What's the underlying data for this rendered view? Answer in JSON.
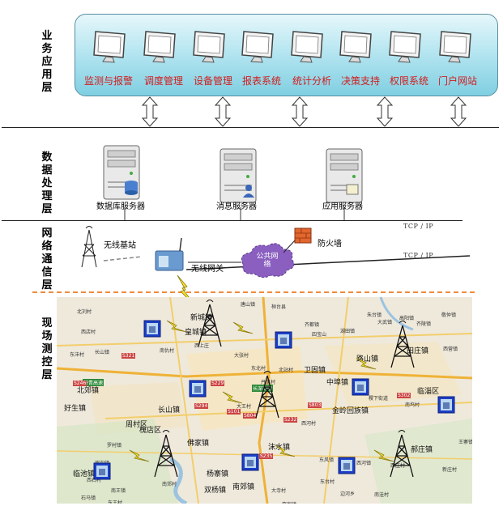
{
  "layers": {
    "business": "业务应用层",
    "data": "数据处理层",
    "network": "网络通信层",
    "field": "现场测控层"
  },
  "business_items": [
    "监测与报警",
    "调度管理",
    "设备管理",
    "报表系统",
    "统计分析",
    "决策支持",
    "权限系统",
    "门户网站"
  ],
  "servers": {
    "database": "数据库服务器",
    "message": "消息服务器",
    "application": "应用服务器"
  },
  "network": {
    "base_station": "无线基站",
    "gateway": "无线网关",
    "firewall": "防火墙",
    "public_network": "公共网络",
    "tcp_ip_1": "TCP / IP",
    "tcp_ip_2": "TCP / IP"
  },
  "map": {
    "districts": [
      "北郊镇",
      "槐店区",
      "临淄区",
      "好生镇",
      "周村区",
      "长山镇",
      "临池镇",
      "佛家镇",
      "沫水镇",
      "杨寨镇",
      "路山镇",
      "中埠镇",
      "金岭回族镇",
      "郝庄镇",
      "卫固镇",
      "双杨镇",
      "南郊镇",
      "皇城镇",
      "新城镇",
      "田庄镇"
    ],
    "places": [
      "唐山镇",
      "桓台县",
      "朱台镇",
      "敬仲镇",
      "长山镇",
      "东沣村",
      "高阳镇",
      "齐陵镇",
      "西营镇",
      "西店村",
      "北刘村",
      "湖田镇",
      "大武镇",
      "齐都镇",
      "南仇村",
      "西上庄",
      "大张村",
      "四宝山",
      "稷下街道",
      "南坞村",
      "南郊村",
      "罗村镇",
      "双沟镇",
      "西石村",
      "南王镇",
      "石马镇",
      "西河村",
      "东北村",
      "北站村",
      "丹凤村",
      "大王村",
      "大寺村",
      "东风镇",
      "西河镇",
      "南洼村",
      "东台村",
      "边河乡",
      "新庄村",
      "西庄村",
      "王寨镇",
      "李家镇",
      "东王村"
    ],
    "roads": [
      "济青高速",
      "长深高速",
      "S321",
      "S246",
      "S294",
      "S101",
      "S804",
      "S229",
      "S803",
      "S232",
      "S302",
      "S235"
    ]
  }
}
